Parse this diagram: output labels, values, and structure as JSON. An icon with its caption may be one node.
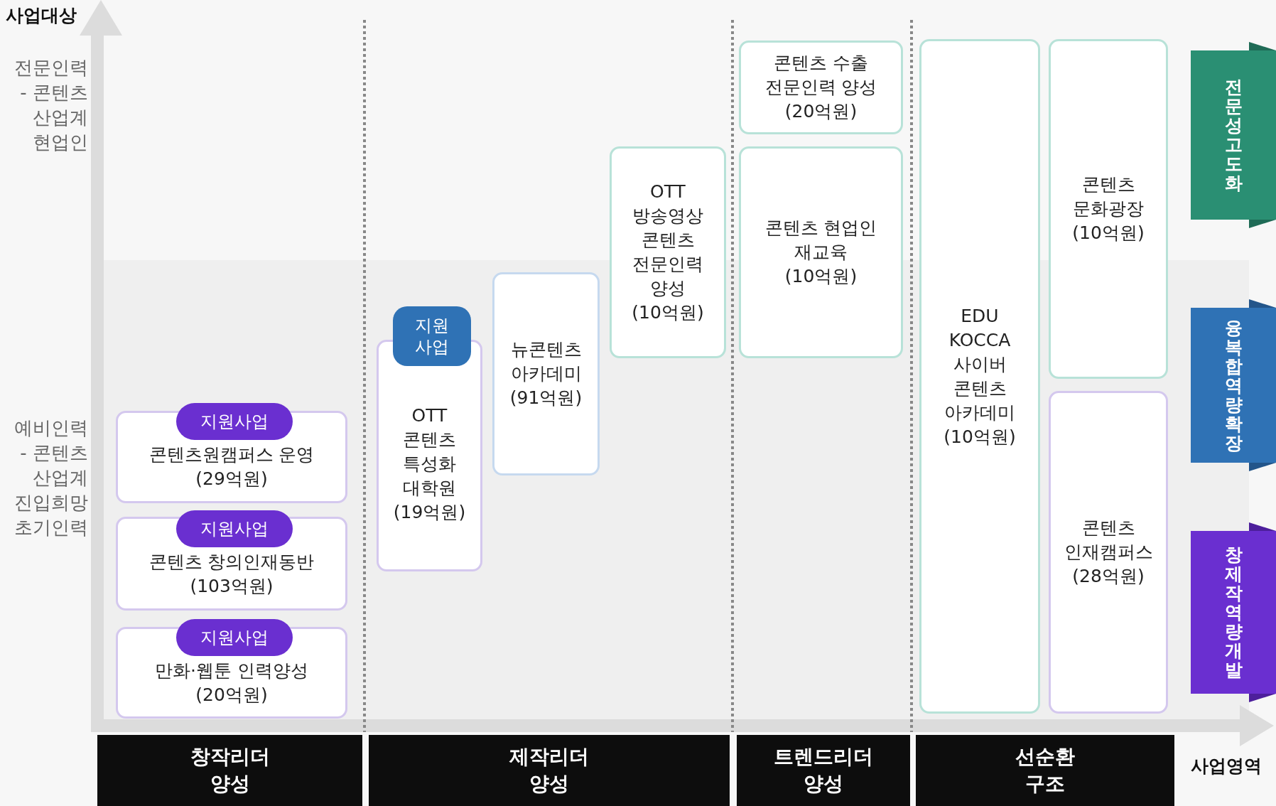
{
  "diagram": {
    "nodes": [
      {
        "text": [
          "지원사업",
          "콘텐츠원캠퍼스 운영 (29억원)"
        ]
      },
      {
        "text": [
          "지원사업",
          "콘텐츠 창의인재동반 (103억원)"
        ]
      },
      {
        "text": [
          "지원사업",
          "만화·웹툰 인력양성 (20억원)"
        ]
      },
      {
        "text": [
          "지원 사업",
          "OTT 콘텐츠 특성화 대학원 (19억원)"
        ]
      },
      {
        "text": [
          "뉴콘텐츠 아카데미 (91억원)"
        ]
      },
      {
        "text": [
          "OTT 방송영상 콘텐츠 전문인력 양성 (10억원)"
        ]
      },
      {
        "text": [
          "콘텐츠 수출 전문인력 양성 (20억원)"
        ]
      },
      {
        "text": [
          "콘텐츠 현업인 재교육 (10억원)"
        ]
      },
      {
        "text": [
          "EDU KOCCA 사이버 콘텐츠 아카데미 (10억원)"
        ]
      },
      {
        "text": [
          "콘텐츠 문화광장 (10억원)"
        ]
      },
      {
        "text": [
          "콘텐츠 인재캠퍼스 (28억원)"
        ]
      },
      {
        "text": [
          "전문성 고도화"
        ]
      },
      {
        "text": [
          "융복합 역량확장"
        ]
      },
      {
        "text": [
          "창제작 역량개발"
        ]
      },
      {
        "text": [
          "창작리더 양성"
        ]
      },
      {
        "text": [
          "제작리더 양성"
        ]
      },
      {
        "text": [
          "트렌드리더 양성"
        ]
      },
      {
        "text": [
          "선순환 구조"
        ]
      }
    ],
    "labels": [
      "사업대상",
      "전문인력 - 콘텐츠 산업계 현업인",
      "예비인력 - 콘텐츠 산업계 진입희망 초기인력",
      "사업영역"
    ]
  }
}
